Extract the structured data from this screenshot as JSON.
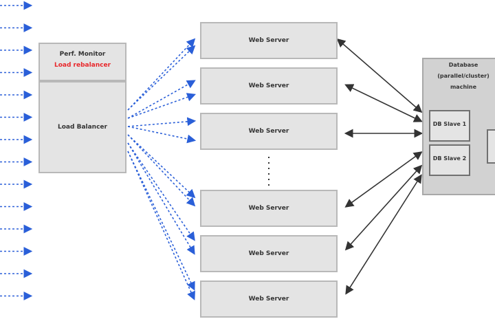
{
  "perf_monitor": {
    "title": "Perf. Monitor",
    "subtitle": "Load rebalancer",
    "subtitle_color": "#e8262a"
  },
  "load_balancer": {
    "label": "Load Balancer"
  },
  "web_servers": [
    {
      "label": "Web Server"
    },
    {
      "label": "Web Server"
    },
    {
      "label": "Web Server"
    },
    {
      "label": "Web Server"
    },
    {
      "label": "Web Server"
    },
    {
      "label": "Web Server"
    }
  ],
  "database": {
    "title_lines": [
      "Database",
      "(parallel/cluster)",
      "machine"
    ],
    "slaves": [
      {
        "label": "DB Slave 1"
      },
      {
        "label": "DB Slave 2"
      }
    ]
  },
  "colors": {
    "client_arrow": "#2a5fd8",
    "db_arrow": "#333333",
    "box_fill": "#e4e4e4",
    "box_border": "#b8b8b8"
  },
  "client_request_count": 14
}
